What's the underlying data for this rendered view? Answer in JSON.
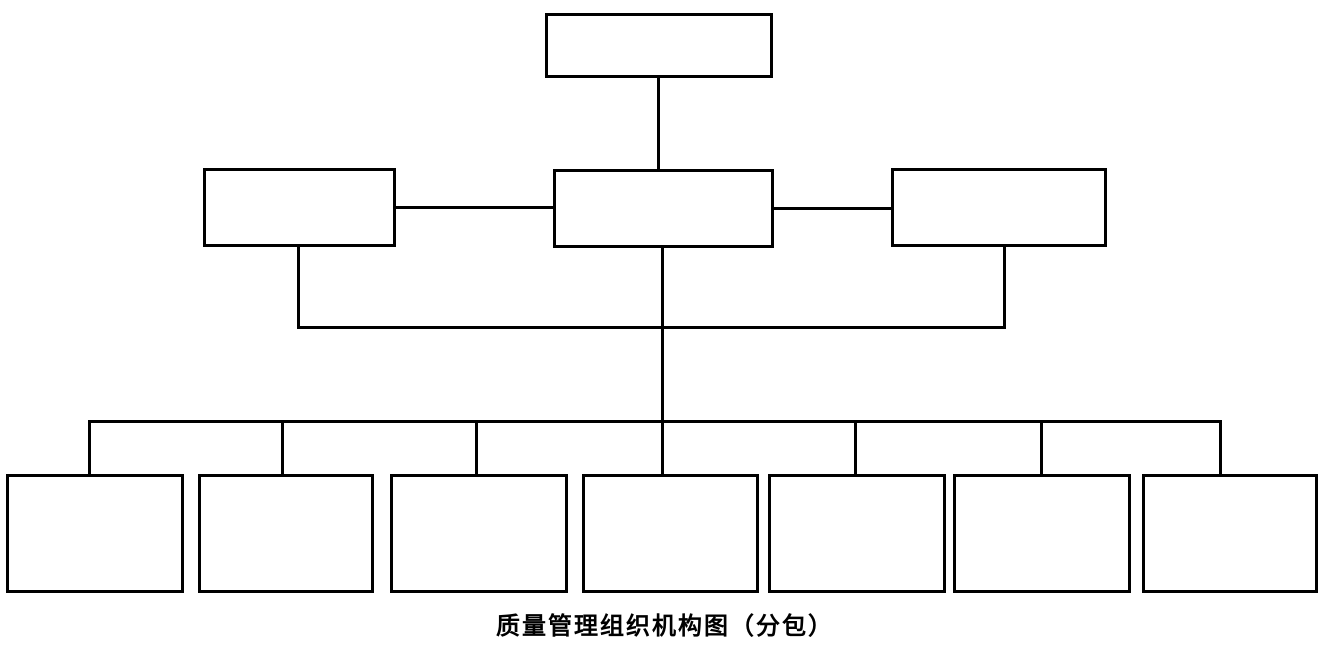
{
  "caption": {
    "text": "质量管理组织机构图（分包）"
  },
  "colors": {
    "background": "#ffffff",
    "box_border": "#000000",
    "box_fill": "#ffffff",
    "connector_line": "#000000",
    "caption_text": "#000000"
  },
  "diagram": {
    "type": "org-chart",
    "title": "质量管理组织机构图（分包）",
    "nodes": {
      "top": {
        "label": ""
      },
      "mid_left": {
        "label": ""
      },
      "mid_center": {
        "label": ""
      },
      "mid_right": {
        "label": ""
      },
      "bottom_1": {
        "label": ""
      },
      "bottom_2": {
        "label": ""
      },
      "bottom_3": {
        "label": ""
      },
      "bottom_4": {
        "label": ""
      },
      "bottom_5": {
        "label": ""
      },
      "bottom_6": {
        "label": ""
      },
      "bottom_7": {
        "label": ""
      }
    },
    "edges": [
      "top-mid_center",
      "mid_left-mid_center",
      "mid_center-mid_right",
      "mid_left-bridge",
      "mid_right-bridge",
      "mid_center-bus",
      "bus-bottom_1",
      "bus-bottom_2",
      "bus-bottom_3",
      "bus-bottom_4",
      "bus-bottom_5",
      "bus-bottom_6",
      "bus-bottom_7"
    ],
    "level_counts": [
      1,
      3,
      7
    ]
  }
}
